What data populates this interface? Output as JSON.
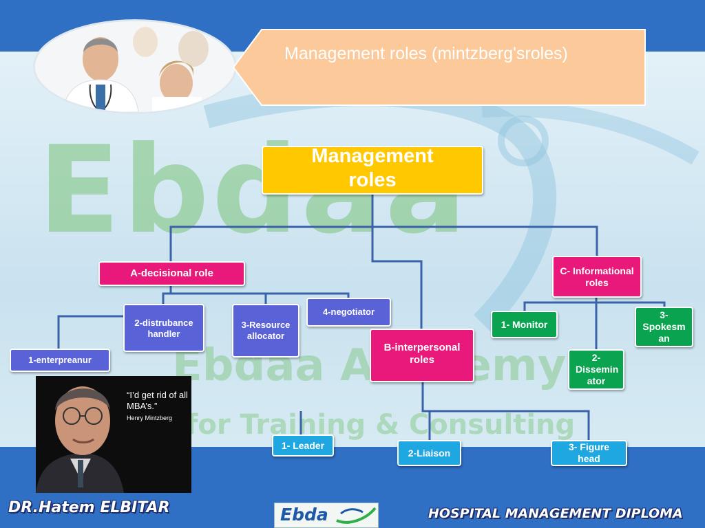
{
  "slide": {
    "title": "Management roles  (mintzberg'sroles)"
  },
  "watermark": {
    "logo": "Ebdaa",
    "academy": "Ebdaa Academy",
    "tagline": "for Training & Consulting"
  },
  "chart": {
    "root": "Management roles",
    "groups": [
      {
        "label": "A-decisional role",
        "children": [
          "1-enterpreanur",
          "2-distrubance handler",
          "3-Resource allocator",
          "4-negotiator"
        ]
      },
      {
        "label": "B-interpersonal roles",
        "children": [
          "1- Leader",
          "2-Liaison",
          "3- Figure head"
        ]
      },
      {
        "label": "C- Informational roles",
        "children": [
          "1- Monitor",
          "2- Dissemin ator",
          "3- Spokesm an"
        ]
      }
    ]
  },
  "quote": {
    "text": "“I’d get rid of all MBA’s.”",
    "author": "Henry Mintzberg"
  },
  "footer": {
    "author": "DR.Hatem ELBITAR",
    "course": "HOSPITAL MANAGEMENT DIPLOMA",
    "logo_text": "Ebda"
  },
  "colors": {
    "band_blue": "#2f6fc4",
    "title_box": "#fbc99a",
    "root": "#ffc800",
    "group": "#e8197b",
    "decisional_child": "#5a62d8",
    "informational_child": "#0aa450",
    "interpersonal_child": "#1ea7e1",
    "connector": "#3a62a8"
  }
}
